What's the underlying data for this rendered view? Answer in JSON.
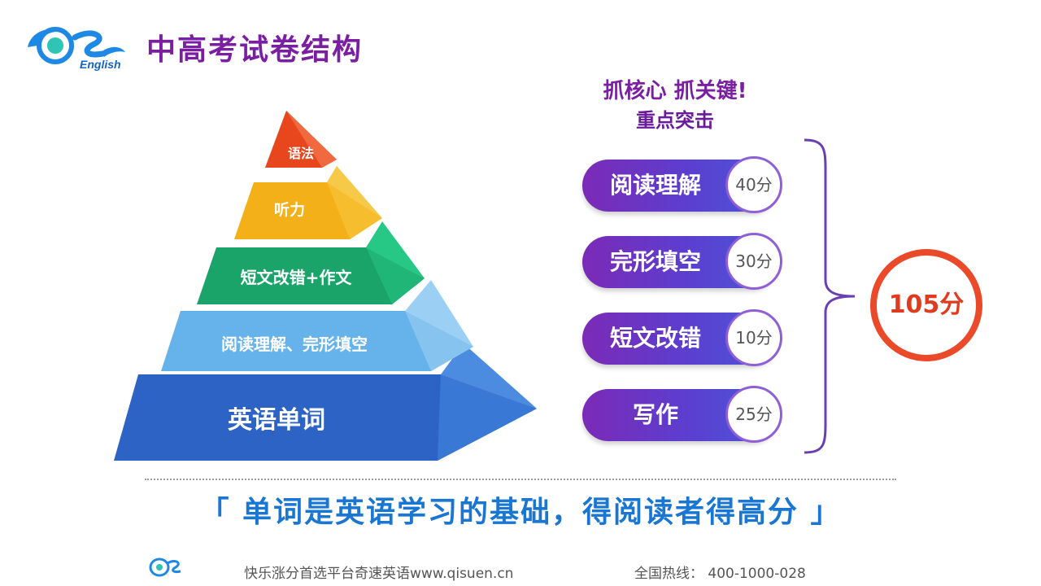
{
  "header": {
    "title": "中高考试卷结构",
    "logo_text": "English"
  },
  "pyramid": {
    "levels": [
      {
        "label": "语法",
        "color": "#e84c1e"
      },
      {
        "label": "听力",
        "color": "#f5b31a"
      },
      {
        "label": "短文改错+作文",
        "color": "#1fa86a"
      },
      {
        "label": "阅读理解、完形填空",
        "color": "#67b4ea"
      },
      {
        "label": "英语单词",
        "color": "#2f6fce"
      }
    ]
  },
  "slogan": {
    "line1": "抓核心 抓关键!",
    "line2": "重点突击"
  },
  "sections": [
    {
      "label": "阅读理解",
      "score": "40分"
    },
    {
      "label": "完形填空",
      "score": "30分"
    },
    {
      "label": "短文改错",
      "score": "10分"
    },
    {
      "label": "写作",
      "score": "25分"
    }
  ],
  "total": "105分",
  "quote": "「 单词是英语学习的基础，得阅读者得高分 」",
  "footer": {
    "left": "快乐涨分首选平台奇速英语www.qisuen.cn",
    "right": "全国热线： 400-1000-028"
  },
  "colors": {
    "title": "#7a1fa2",
    "pill_gradient_start": "#7b2ab6",
    "pill_gradient_end": "#4a58d8",
    "total_ring": "#ea4a2a",
    "quote": "#1976d2"
  }
}
